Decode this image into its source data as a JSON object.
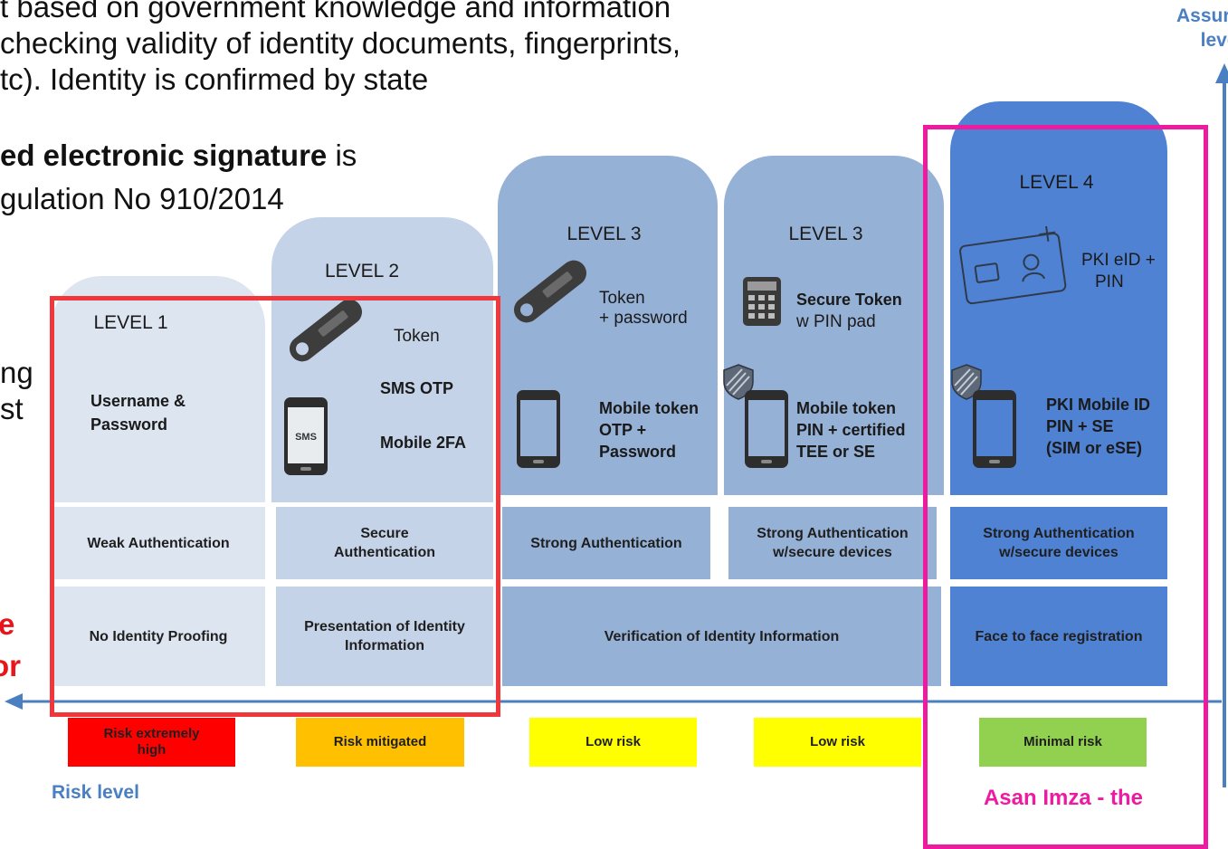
{
  "background_text": {
    "line1": "t based on government knowledge and information",
    "line2": "checking validity of identity documents, fingerprints,",
    "line3": "tc). Identity is confirmed by state",
    "line4_bold": "ed electronic signature",
    "line4_rest": " is",
    "line5": "gulation No 910/2014",
    "frag_ng": "ng",
    "frag_st": "st",
    "frag_e": "e",
    "frag_or": "or"
  },
  "axis": {
    "assurance_label_1": "Assurance",
    "assurance_label_2": "level",
    "risk_label": "Risk level"
  },
  "levels": [
    {
      "title": "LEVEL 1",
      "methods": [
        "Username &",
        "Password"
      ],
      "authentication": "Weak Authentication",
      "identity": "No Identity Proofing",
      "risk": "Risk extremely high"
    },
    {
      "title": "LEVEL 2",
      "methods": [
        "Token",
        "SMS OTP",
        "Mobile 2FA"
      ],
      "authentication": "Secure Authentication",
      "identity": "Presentation of Identity Information",
      "risk": "Risk mitigated"
    },
    {
      "title": "LEVEL 3",
      "methods": [
        "Token",
        "+ password",
        "Mobile token",
        "OTP +",
        "Password"
      ],
      "authentication": "Strong Authentication",
      "risk": "Low risk"
    },
    {
      "title": "LEVEL 3",
      "methods": [
        "Secure Token",
        "w PIN pad",
        "Mobile token",
        "PIN + certified",
        "TEE or SE"
      ],
      "authentication": "Strong Authentication w/secure devices",
      "risk": "Low risk"
    },
    {
      "title": "LEVEL 4",
      "methods": [
        "PKI eID +",
        "PIN",
        "PKI Mobile ID",
        "PIN + SE",
        "(SIM or eSE)"
      ],
      "authentication": "Strong Authentication w/secure devices",
      "identity": "Face to face registration",
      "risk": "Minimal risk"
    }
  ],
  "shared_identity": "Verification of Identity Information",
  "phone_label": "SMS",
  "highlight_caption": "Asan Imza - the",
  "colors": {
    "level1": "#dde5f1",
    "level2": "#c5d3e8",
    "level3": "#96b1d6",
    "level4": "#4f82d3",
    "risk_red": "#ff0000",
    "risk_orange": "#ffc000",
    "risk_yellow": "#ffff00",
    "risk_green": "#92d050",
    "red_box": "#f0383c",
    "magenta_box": "#ee1aa0",
    "axis": "#4a7fc1"
  },
  "icons": [
    "token-icon",
    "phone-icon",
    "calculator-icon",
    "shield-icon",
    "id-card-icon"
  ]
}
